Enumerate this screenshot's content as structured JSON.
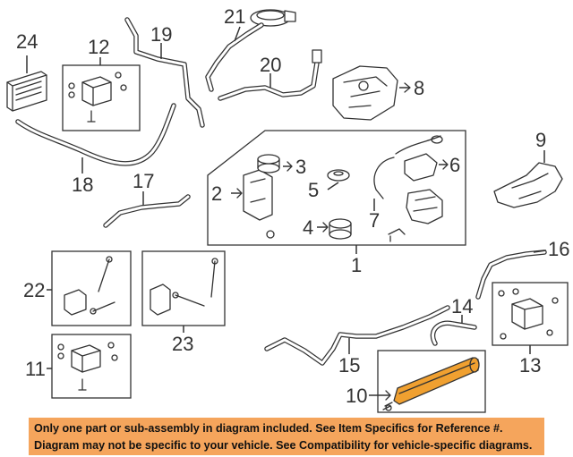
{
  "callouts": {
    "n1": "1",
    "n2": "2",
    "n3": "3",
    "n4": "4",
    "n5": "5",
    "n6": "6",
    "n7": "7",
    "n8": "8",
    "n9": "9",
    "n10": "10",
    "n11": "11",
    "n12": "12",
    "n13": "13",
    "n14": "14",
    "n15": "15",
    "n16": "16",
    "n17": "17",
    "n18": "18",
    "n19": "19",
    "n20": "20",
    "n21": "21",
    "n22": "22",
    "n23": "23",
    "n24": "24"
  },
  "highlight_color": "#f0a030",
  "notice": {
    "line1": "Only one part or sub-assembly in diagram included. See Item Specifics for Reference #.",
    "line2": "Diagram may not be specific to your vehicle. See Compatibility for vehicle-specific diagrams.",
    "background": "#f5a55c"
  }
}
